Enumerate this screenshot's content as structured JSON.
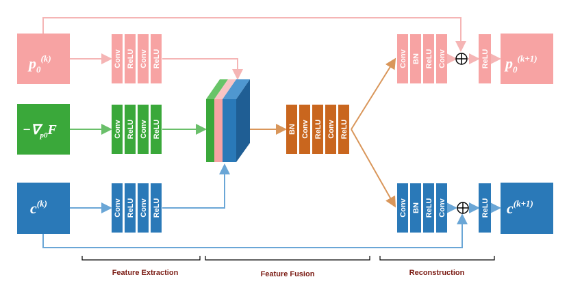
{
  "colors": {
    "pink": "#f7a3a3",
    "green": "#3aa83a",
    "blue": "#2a79b8",
    "orange": "#c9661e",
    "blue_dark": "#1f5e94",
    "line_pink": "#f5b5b5",
    "line_green": "#6abf6a",
    "line_blue": "#6aa6d6",
    "line_orange": "#d9965a",
    "section_text": "#7a1a12"
  },
  "inputs": {
    "p": {
      "base": "p",
      "sub": "0",
      "sup": "(k)"
    },
    "grad": {
      "minus": "−∇",
      "sub": "p0",
      "tail": "F"
    },
    "c": {
      "base": "c",
      "sup": "(k)"
    }
  },
  "outputs": {
    "p": {
      "base": "p",
      "sub": "0",
      "sup": "(k+1)"
    },
    "c": {
      "base": "c",
      "sup": "(k+1)"
    }
  },
  "blocks": {
    "extract_p": [
      "Conv",
      "ReLU",
      "Conv",
      "ReLU"
    ],
    "extract_grad": [
      "Conv",
      "ReLU",
      "Conv",
      "ReLU"
    ],
    "extract_c": [
      "Conv",
      "ReLU",
      "Conv",
      "ReLU"
    ],
    "fusion": [
      "BN",
      "Conv",
      "ReLU",
      "Conv",
      "ReLU"
    ],
    "recon_p": [
      "Conv",
      "BN",
      "ReLU",
      "Conv"
    ],
    "recon_c": [
      "Conv",
      "BN",
      "ReLU",
      "Conv"
    ],
    "relu_p": "ReLU",
    "relu_c": "ReLU"
  },
  "add_symbol": "⊕",
  "sections": {
    "extraction": "Feature Extraction",
    "fusion": "Feature Fusion",
    "reconstruction": "Reconstruction"
  }
}
